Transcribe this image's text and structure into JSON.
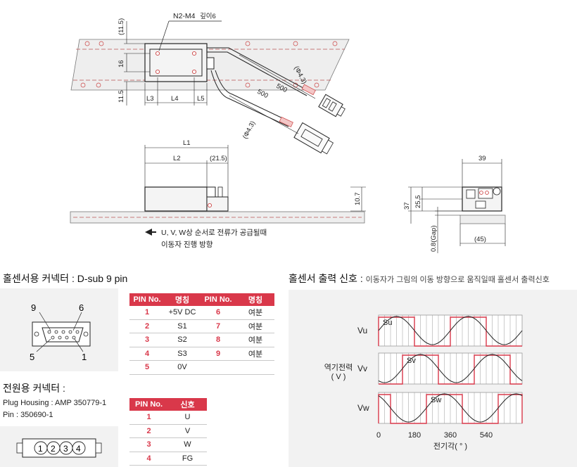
{
  "drawing": {
    "hole_label": "N2-M4",
    "hole_depth": "깊이6",
    "dim_11_5_top": "(11.5)",
    "dim_16": "16",
    "dim_11_5_bottom": "11.5",
    "dim_L3": "L3",
    "dim_L4": "L4",
    "dim_L5": "L5",
    "dim_phi_top": "(Φ4.3)",
    "dim_500_top": "500",
    "dim_500_bottom": "500",
    "dim_phi_bottom": "(Φ4.3)",
    "dim_L1": "L1",
    "dim_L2": "L2",
    "dim_21_5": "(21.5)",
    "dim_10_7": "10.7",
    "dim_39": "39",
    "dim_25_5": "25.5",
    "dim_37": "37",
    "dim_gap": "0.8(Gap)",
    "dim_45": "(45)",
    "direction_note_line1": "U, V, W상 순서로 전류가 공급될때",
    "direction_note_line2": "이동자 진행 방향"
  },
  "hall_connector": {
    "title": "홀센서용 커넥터 : D-sub 9 pin",
    "pin_9": "9",
    "pin_6": "6",
    "pin_5": "5",
    "pin_1": "1"
  },
  "hall_table": {
    "headers": [
      "PIN No.",
      "명칭",
      "PIN No.",
      "명칭"
    ],
    "rows": [
      [
        "1",
        "+5V DC",
        "6",
        "여분"
      ],
      [
        "2",
        "S1",
        "7",
        "여분"
      ],
      [
        "3",
        "S2",
        "8",
        "여분"
      ],
      [
        "4",
        "S3",
        "9",
        "여분"
      ],
      [
        "5",
        "0V",
        "",
        ""
      ]
    ]
  },
  "power_connector": {
    "title": "전원용 커넥터 :",
    "housing": "Plug Housing : AMP 350779-1",
    "pin": "Pin : 350690-1",
    "pins": [
      "1",
      "2",
      "3",
      "4"
    ]
  },
  "power_table": {
    "headers": [
      "PIN No.",
      "신호"
    ],
    "rows": [
      [
        "1",
        "U"
      ],
      [
        "2",
        "V"
      ],
      [
        "3",
        "W"
      ],
      [
        "4",
        "FG"
      ]
    ]
  },
  "signal": {
    "title": "홀센서 출력 신호 :",
    "subtitle": "이동자가 그림의 이동 방향으로 움직일때 홀센서 출력신호",
    "ylabel_line1": "역기전력",
    "ylabel_line2": "( V )",
    "xlabel": "전기각( ° )",
    "colors": {
      "wave": "#222222",
      "pulse": "#d9384a",
      "grid": "#9a9a9a"
    }
  },
  "chart_data": {
    "type": "line",
    "xlabel": "전기각( ° )",
    "ylabel": "역기전력 ( V )",
    "x_ticks": [
      0,
      180,
      360,
      540
    ],
    "xlim": [
      0,
      720
    ],
    "panels": [
      {
        "name": "Vu",
        "pulse_label": "Su",
        "phase_deg": 0,
        "pulse_high": [
          [
            0,
            180
          ],
          [
            360,
            540
          ]
        ]
      },
      {
        "name": "Vv",
        "pulse_label": "Sv",
        "phase_deg": 120,
        "pulse_high": [
          [
            120,
            300
          ],
          [
            480,
            660
          ]
        ]
      },
      {
        "name": "Vw",
        "pulse_label": "Sw",
        "phase_deg": 240,
        "pulse_high": [
          [
            0,
            60
          ],
          [
            240,
            420
          ],
          [
            600,
            720
          ]
        ]
      }
    ],
    "grid": true
  }
}
